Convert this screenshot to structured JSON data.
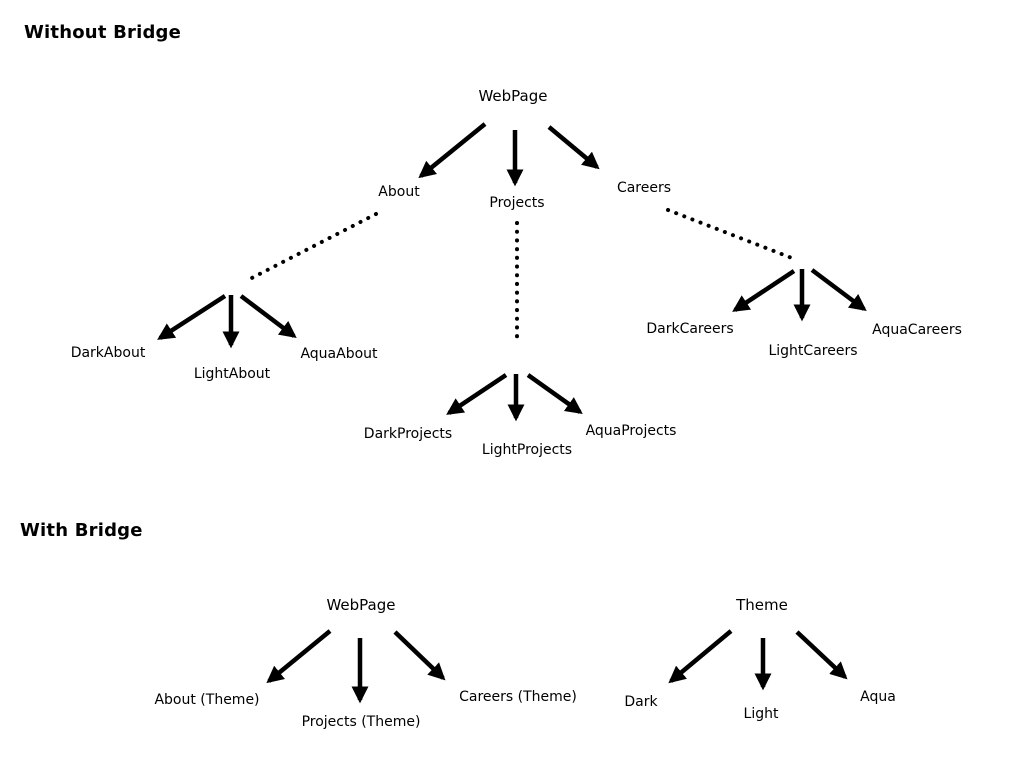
{
  "sections": {
    "without_bridge": {
      "title": "Without Bridge",
      "nodes": {
        "webpage": "WebPage",
        "about": "About",
        "projects": "Projects",
        "careers": "Careers",
        "dark_about": "DarkAbout",
        "light_about": "LightAbout",
        "aqua_about": "AquaAbout",
        "dark_projects": "DarkProjects",
        "light_projects": "LightProjects",
        "aqua_projects": "AquaProjects",
        "dark_careers": "DarkCareers",
        "light_careers": "LightCareers",
        "aqua_careers": "AquaCareers"
      }
    },
    "with_bridge": {
      "title": "With Bridge",
      "webpage_tree": {
        "root": "WebPage",
        "children": {
          "about": "About (Theme)",
          "projects": "Projects (Theme)",
          "careers": "Careers (Theme)"
        }
      },
      "theme_tree": {
        "root": "Theme",
        "children": {
          "dark": "Dark",
          "light": "Light",
          "aqua": "Aqua"
        }
      }
    }
  },
  "colors": {
    "ink": "#000000",
    "background": "#ffffff"
  }
}
